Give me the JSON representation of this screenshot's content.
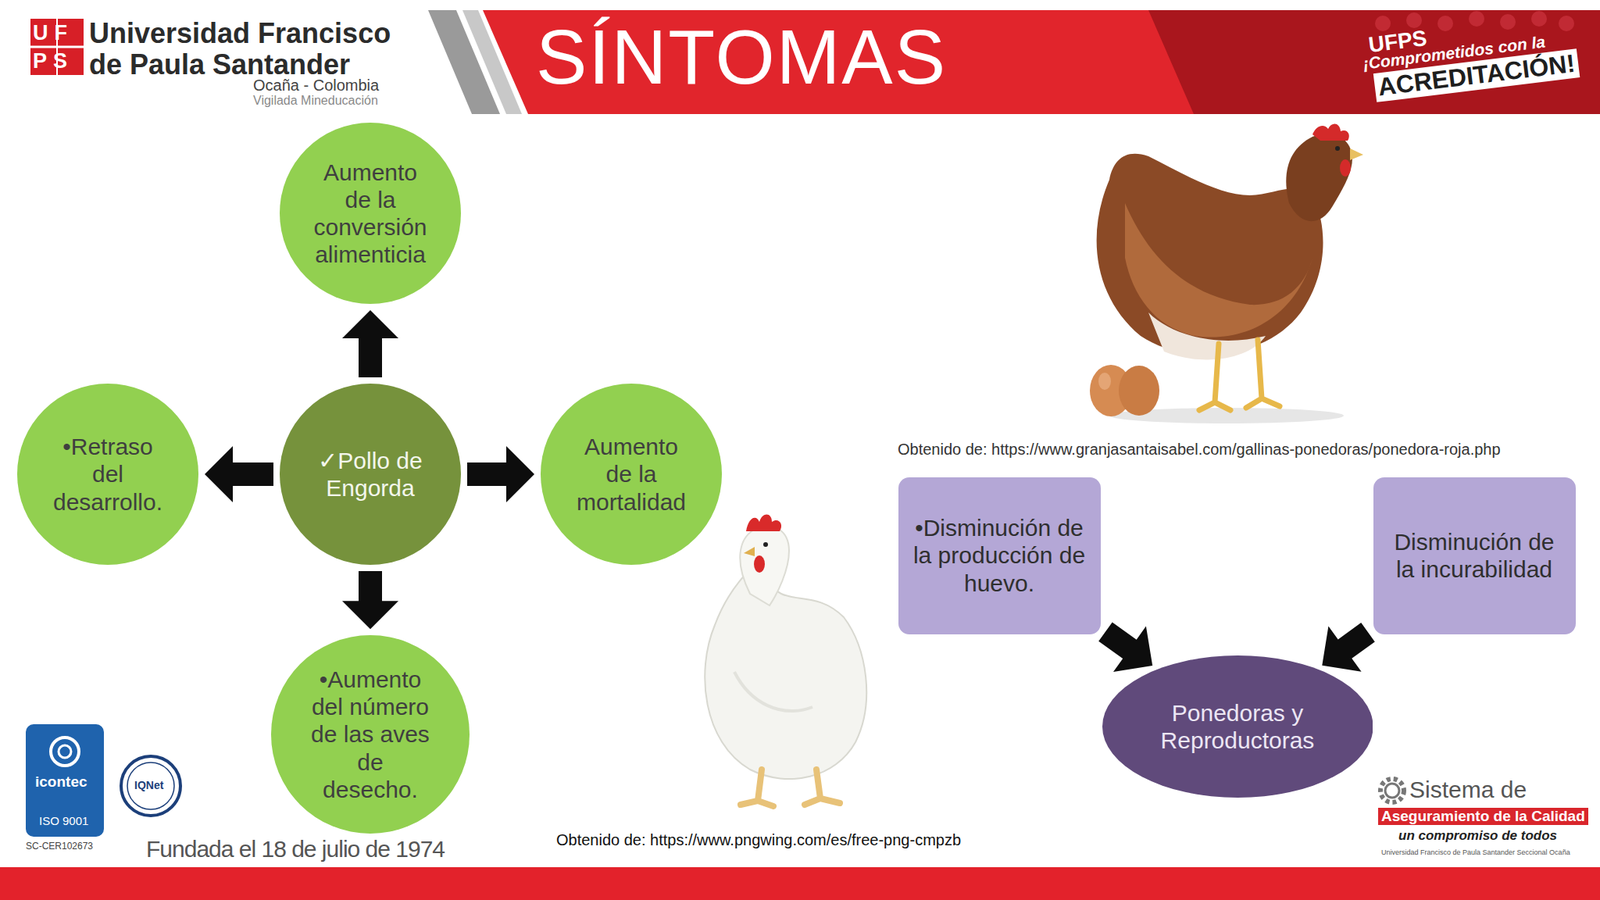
{
  "diagram": {
    "title": "SÍNTOMAS",
    "nodes": [
      {
        "text": [
          "Aumento de la conversión alimenticia"
        ]
      },
      {
        "text": [
          "•Retraso del desarrollo."
        ]
      },
      {
        "text": [
          "✓Pollo de Engorda"
        ]
      },
      {
        "text": [
          "Aumento de la mortalidad"
        ]
      },
      {
        "text": [
          "•Aumento del número de las aves de desecho."
        ]
      },
      {
        "text": [
          "•Disminución de la producción de huevo."
        ]
      },
      {
        "text": [
          "Disminución de la incurabilidad"
        ]
      },
      {
        "text": [
          "Ponedoras y Reproductoras"
        ]
      }
    ],
    "edges": [
      {
        "from": 2,
        "to": 0,
        "arrow": "to"
      },
      {
        "from": 2,
        "to": 1,
        "arrow": "to"
      },
      {
        "from": 2,
        "to": 3,
        "arrow": "to"
      },
      {
        "from": 2,
        "to": 4,
        "arrow": "to"
      },
      {
        "from": 5,
        "to": 7,
        "arrow": "to"
      },
      {
        "from": 6,
        "to": 7,
        "arrow": "to"
      }
    ],
    "labels": [
      "UF",
      "PS",
      "Universidad Francisco",
      "de Paula Santander",
      "Ocaña - Colombia",
      "Vigilada Mineducación",
      "UFPS",
      "¡Comprometidos con la",
      "ACREDITACIÓN!",
      "Obtenido de: https://www.granjasantaisabel.com/gallinas-ponedoras/ponedora-roja.php",
      "Obtenido de: https://www.pngwing.com/es/free-png-cmpzb",
      "icontec",
      "ISO 9001",
      "SC-CER102673",
      "IQNet",
      "Fundada el 18 de julio de 1974",
      "Sistema de",
      "Aseguramiento de la Calidad",
      "un compromiso de todos",
      "Universidad Francisco de Paula Santander Seccional Ocaña"
    ]
  }
}
